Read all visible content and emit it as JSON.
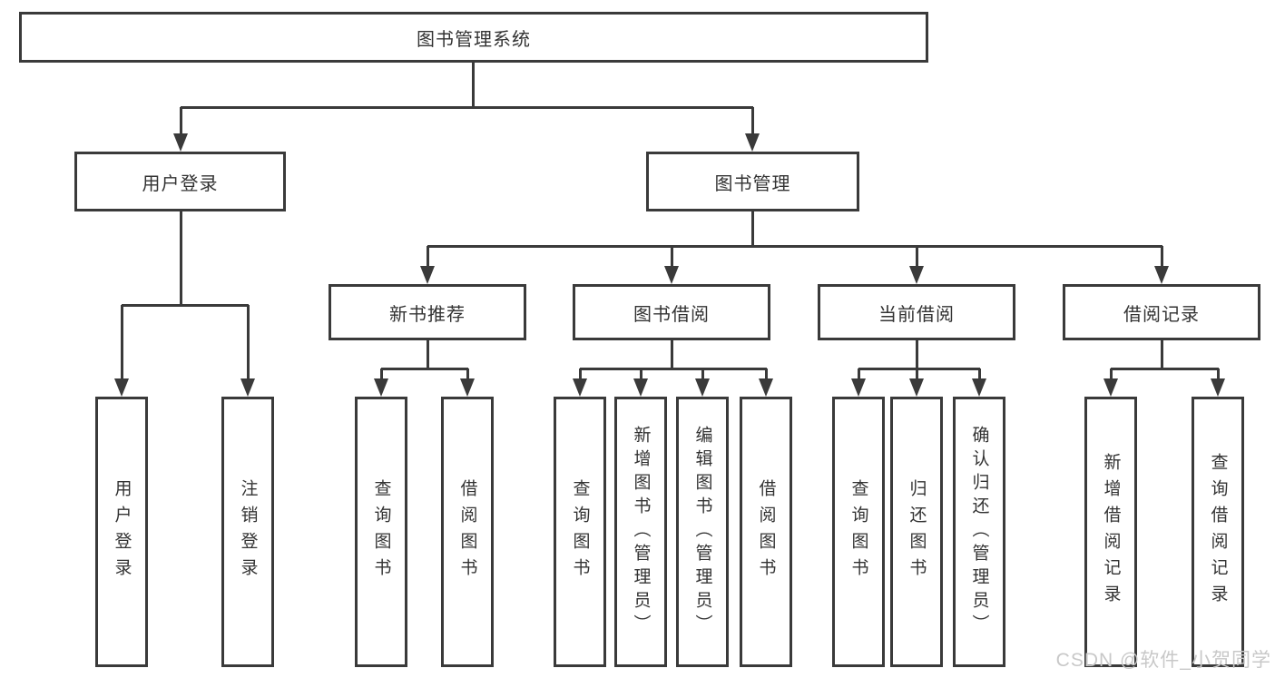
{
  "nodes": {
    "root": "图书管理系统",
    "user_login": "用户登录",
    "book_mgmt": "图书管理",
    "new_books": "新书推荐",
    "book_borrow": "图书借阅",
    "current_borrow": "当前借阅",
    "borrow_records": "借阅记录",
    "leaf_user_login": "用户登录",
    "leaf_logout": "注销登录",
    "leaf_nb_query": "查询图书",
    "leaf_nb_borrow": "借阅图书",
    "leaf_bb_query": "查询图书",
    "leaf_bb_add": "新增图书（管理员）",
    "leaf_bb_edit": "编辑图书（管理员）",
    "leaf_bb_borrow": "借阅图书",
    "leaf_cb_query": "查询图书",
    "leaf_cb_return": "归还图书",
    "leaf_cb_confirm": "确认归还（管理员）",
    "leaf_br_add": "新增借阅记录",
    "leaf_br_query": "查询借阅记录"
  },
  "watermark": "CSDN @软件_小贺同学",
  "colors": {
    "line": "#3a3a3a",
    "text": "#333333",
    "watermark": "#c8c8c8",
    "background": "#ffffff"
  }
}
